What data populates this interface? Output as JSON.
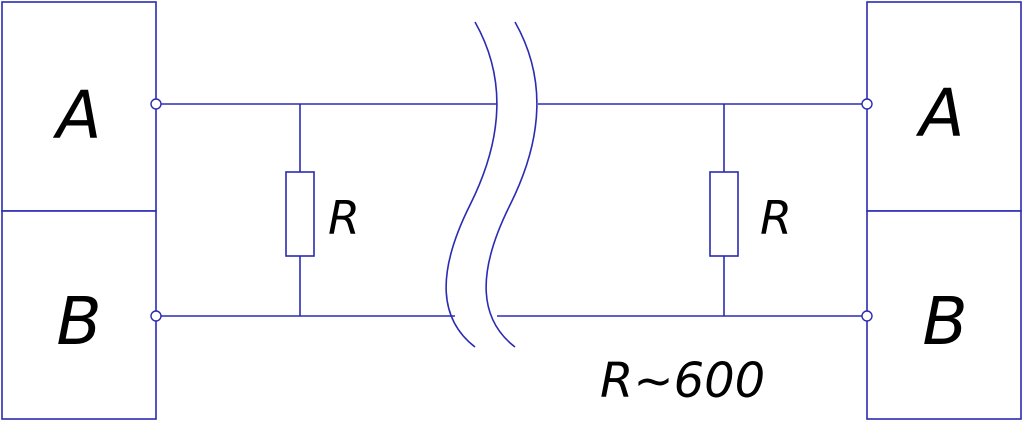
{
  "left_device": {
    "top_label": "A",
    "bottom_label": "B"
  },
  "right_device": {
    "top_label": "A",
    "bottom_label": "B"
  },
  "resistors": [
    {
      "label": "R"
    },
    {
      "label": "R"
    }
  ],
  "note": "R~600",
  "colors": {
    "line": "#2b2bb3",
    "text": "#000000",
    "background": "#ffffff"
  }
}
